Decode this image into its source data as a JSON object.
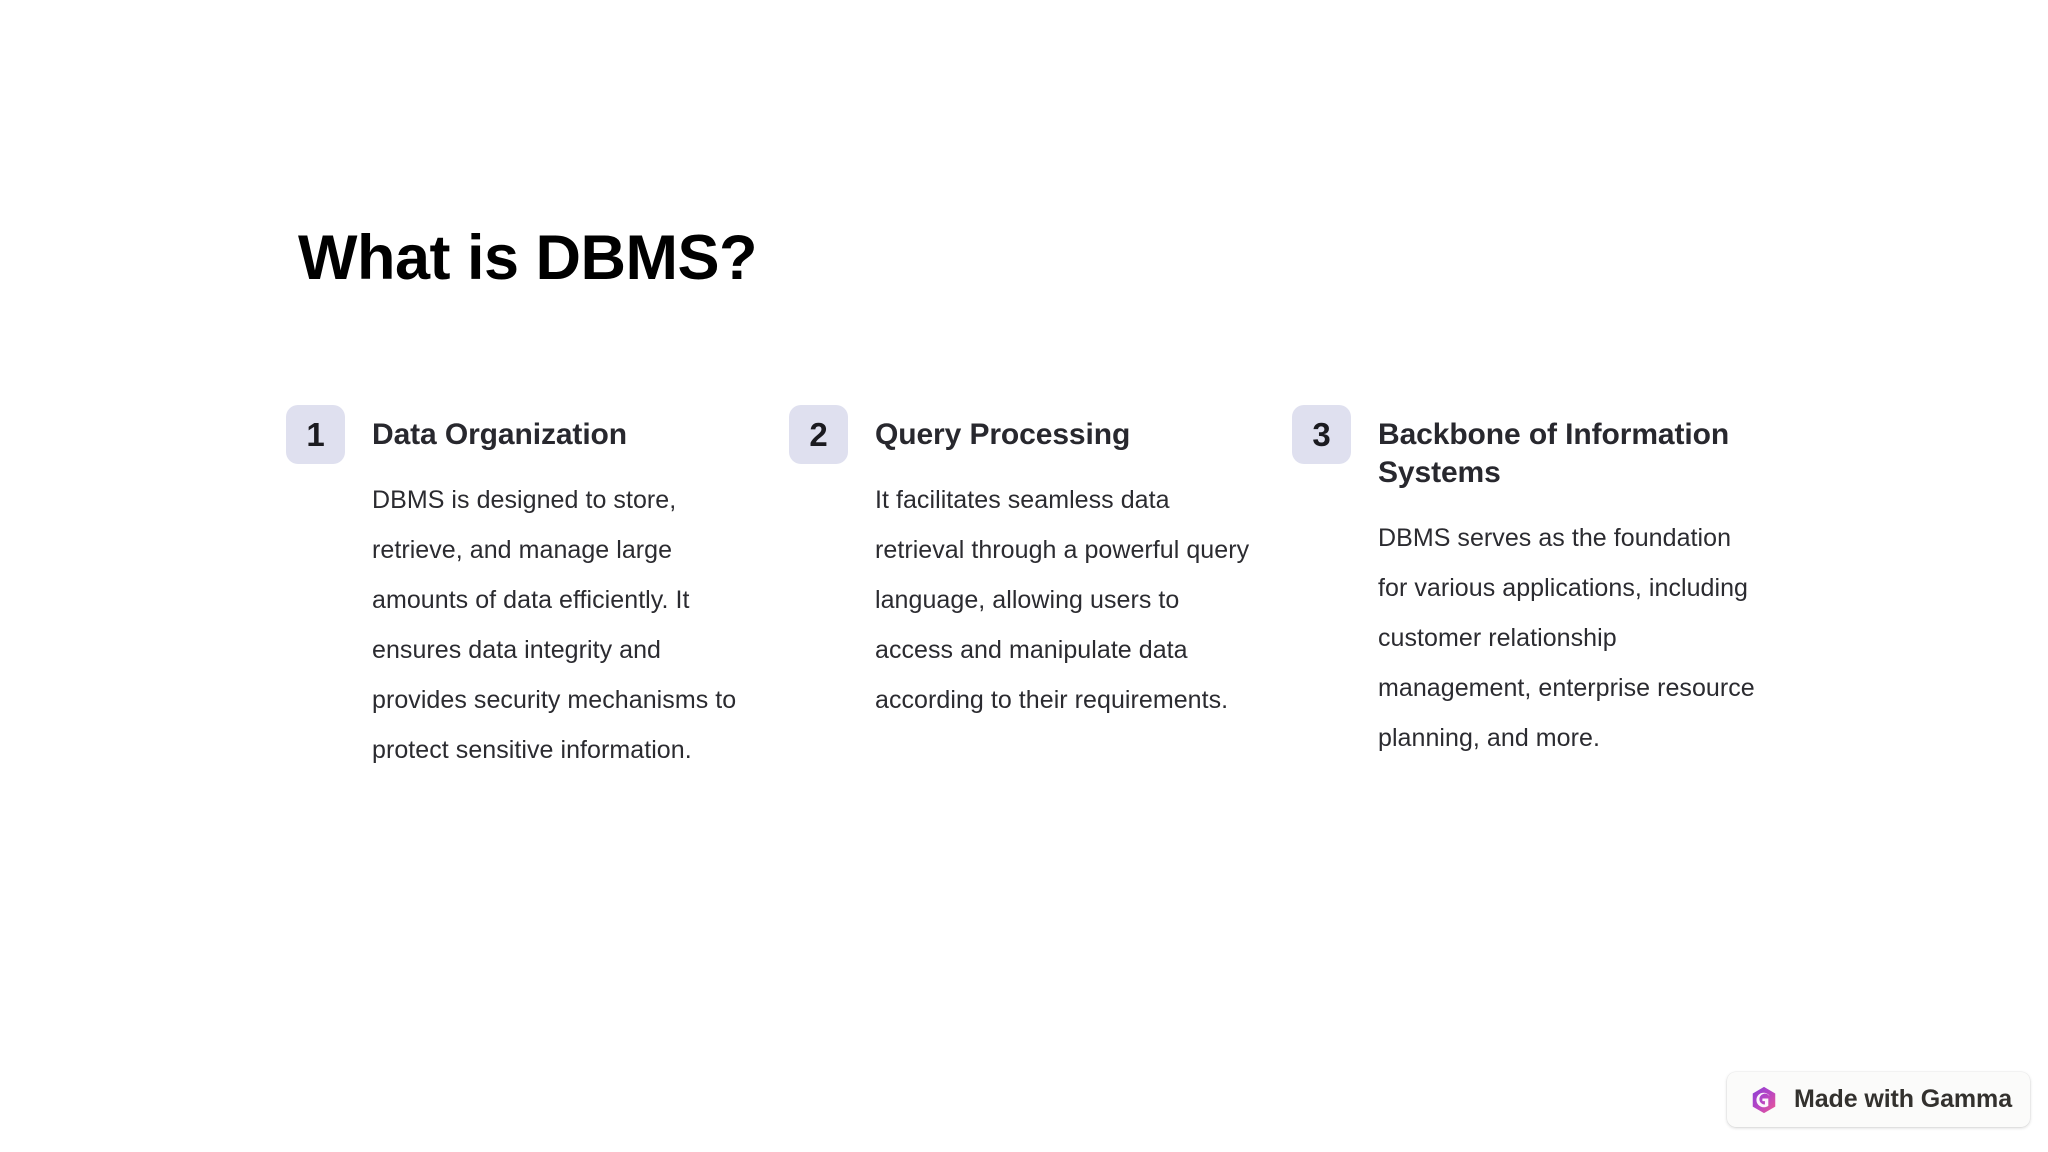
{
  "slide": {
    "title": "What is DBMS?",
    "background_color": "#ffffff",
    "badge_color": "#dfe0ef",
    "heading_color": "#28282e",
    "body_color": "#2b2b30"
  },
  "columns": [
    {
      "number": "1",
      "heading": "Data Organization",
      "text": "DBMS is designed to store, retrieve, and manage large amounts of data efficiently. It ensures data integrity and provides security mechanisms to protect sensitive information."
    },
    {
      "number": "2",
      "heading": "Query Processing",
      "text": "It facilitates seamless data retrieval through a powerful query language, allowing users to access and manipulate data according to their requirements."
    },
    {
      "number": "3",
      "heading": "Backbone of Information Systems",
      "text": "DBMS serves as the foundation for various applications, including customer relationship management, enterprise resource planning, and more."
    }
  ],
  "watermark": {
    "label": "Made with Gamma",
    "logo_icon": "gamma-hexagon-logo",
    "logo_gradient_start": "#9b4dd8",
    "logo_gradient_end": "#e0519a"
  }
}
